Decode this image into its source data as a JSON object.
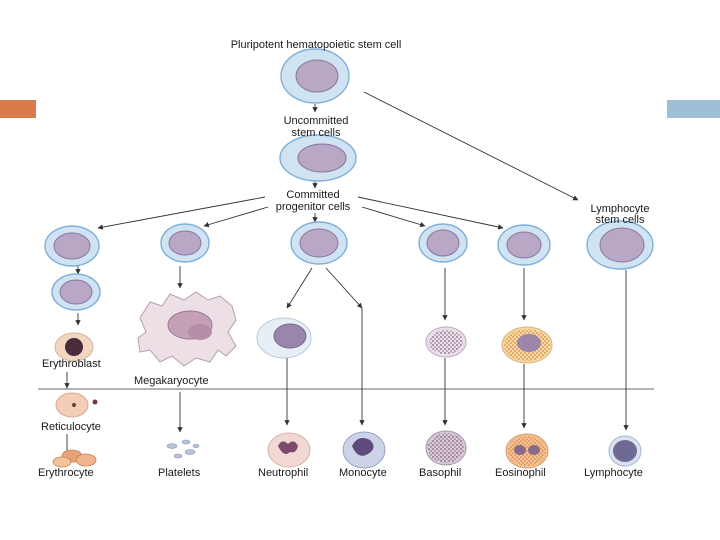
{
  "colors": {
    "accent_left": "#d97b4a",
    "accent_right": "#9dbfd8",
    "stem_cytoplasm": "#cfe3f3",
    "stem_nucleus": "#b9a7c6"
  },
  "labels": {
    "pluripotent": "Pluripotent hematopoietic stem cell",
    "uncommitted_1": "Uncommitted",
    "uncommitted_2": "stem cells",
    "committed_1": "Committed",
    "committed_2": "progenitor cells",
    "lymphocyte_stem_1": "Lymphocyte",
    "lymphocyte_stem_2": "stem cells",
    "erythroblast": "Erythroblast",
    "megakaryocyte": "Megakaryocyte",
    "reticulocyte": "Reticulocyte",
    "erythrocyte": "Erythrocyte",
    "platelets": "Platelets",
    "neutrophil": "Neutrophil",
    "monocyte": "Monocyte",
    "basophil": "Basophil",
    "eosinophil": "Eosinophil",
    "lymphocyte": "Lymphocyte"
  }
}
